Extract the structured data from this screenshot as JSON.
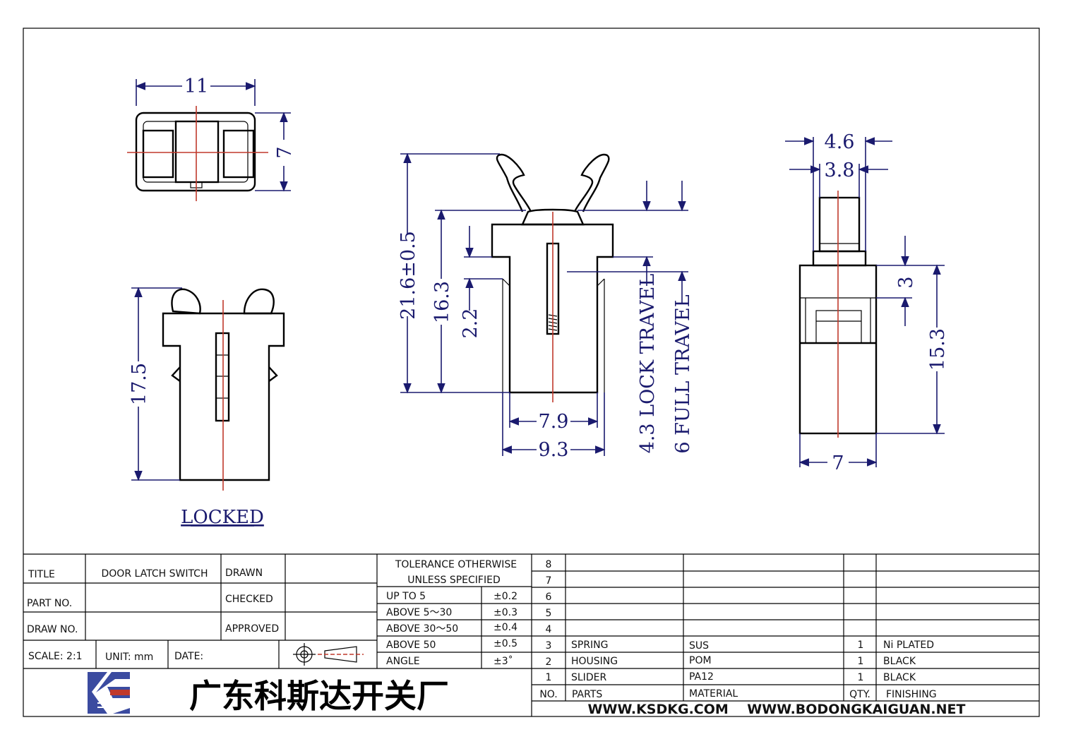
{
  "dimensions": {
    "top_width": "11",
    "top_height": "7",
    "locked_height": "17.5",
    "overall_height": "21.6±0.5",
    "body_height": "16.3",
    "flange": "2.2",
    "inner_width": "7.9",
    "outer_width": "9.3",
    "lock_travel": "4.3 LOCK TRAVEL",
    "full_travel": "6 FULL TRAVEL",
    "side_top_outer": "4.6",
    "side_top_inner": "3.8",
    "side_step": "3",
    "side_height": "15.3",
    "side_width": "7"
  },
  "locked_label": "LOCKED",
  "title_block": {
    "title_label": "TITLE",
    "title_value": "DOOR LATCH SWITCH",
    "drawn_label": "DRAWN",
    "part_no_label": "PART NO.",
    "checked_label": "CHECKED",
    "draw_no_label": "DRAW NO.",
    "approved_label": "APPROVED",
    "scale": "SCALE: 2:1",
    "unit": "UNIT: mm",
    "date": "DATE:",
    "company": "广东科斯达开关厂",
    "website": "WWW.KSDKG.COM    WWW.BODONGKAIGUAN.NET"
  },
  "tolerance": {
    "header_1": "TOLERANCE OTHERWISE",
    "header_2": "UNLESS SPECIFIED",
    "rows": [
      {
        "range": "UP TO 5",
        "tol": "±0.2"
      },
      {
        "range": "ABOVE 5～30",
        "tol": "±0.3"
      },
      {
        "range": "ABOVE 30～50",
        "tol": "±0.4"
      },
      {
        "range": "ABOVE 50",
        "tol": "±0.5"
      },
      {
        "range": "ANGLE",
        "tol": "±3˚"
      }
    ]
  },
  "bom": {
    "rows": [
      {
        "no": "8",
        "part": "",
        "material": "",
        "qty": "",
        "finishing": ""
      },
      {
        "no": "7",
        "part": "",
        "material": "",
        "qty": "",
        "finishing": ""
      },
      {
        "no": "6",
        "part": "",
        "material": "",
        "qty": "",
        "finishing": ""
      },
      {
        "no": "5",
        "part": "",
        "material": "",
        "qty": "",
        "finishing": ""
      },
      {
        "no": "4",
        "part": "",
        "material": "",
        "qty": "",
        "finishing": ""
      },
      {
        "no": "3",
        "part": "SPRING",
        "material": "SUS",
        "qty": "1",
        "finishing": "Ni PLATED"
      },
      {
        "no": "2",
        "part": "HOUSING",
        "material": "POM",
        "qty": "1",
        "finishing": "BLACK"
      },
      {
        "no": "1",
        "part": "SLIDER",
        "material": "PA12",
        "qty": "1",
        "finishing": "BLACK"
      }
    ],
    "header": {
      "no": "NO.",
      "part": "PARTS",
      "material": "MATERIAL",
      "qty": "QTY.",
      "finishing": "FINISHING"
    }
  },
  "colors": {
    "dimension": "#1a1a6e",
    "centerline": "#c0392b",
    "logo_blue": "#3b4ba0",
    "logo_red": "#c0392b"
  }
}
